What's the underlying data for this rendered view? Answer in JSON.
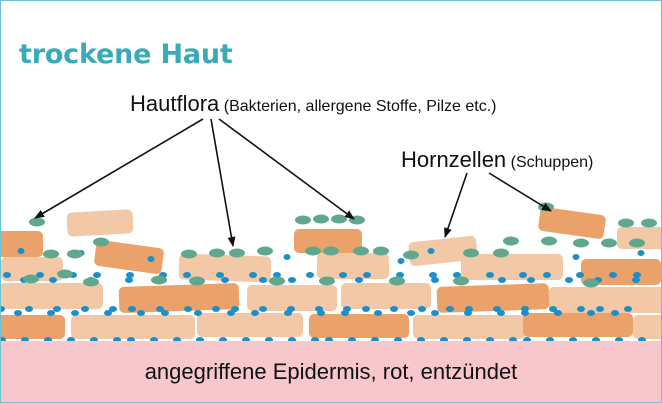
{
  "title": "trockene Haut",
  "labels": {
    "hautflora": "Hautflora",
    "hautflora_detail": "(Bakterien, allergene Stoffe, Pilze etc.)",
    "hornzellen": "Hornzellen",
    "hornzellen_detail": "(Schuppen)",
    "epidermis": "angegriffene Epidermis, rot, entzündet"
  },
  "colors": {
    "title": "#3aaab9",
    "frame": "#6cc3d5",
    "cell_dark": "#eba16a",
    "cell_light": "#f2c8a6",
    "bacteria": "#5fa88e",
    "droplets": "#1a8fc9",
    "epidermis": "#f7c7cb"
  }
}
